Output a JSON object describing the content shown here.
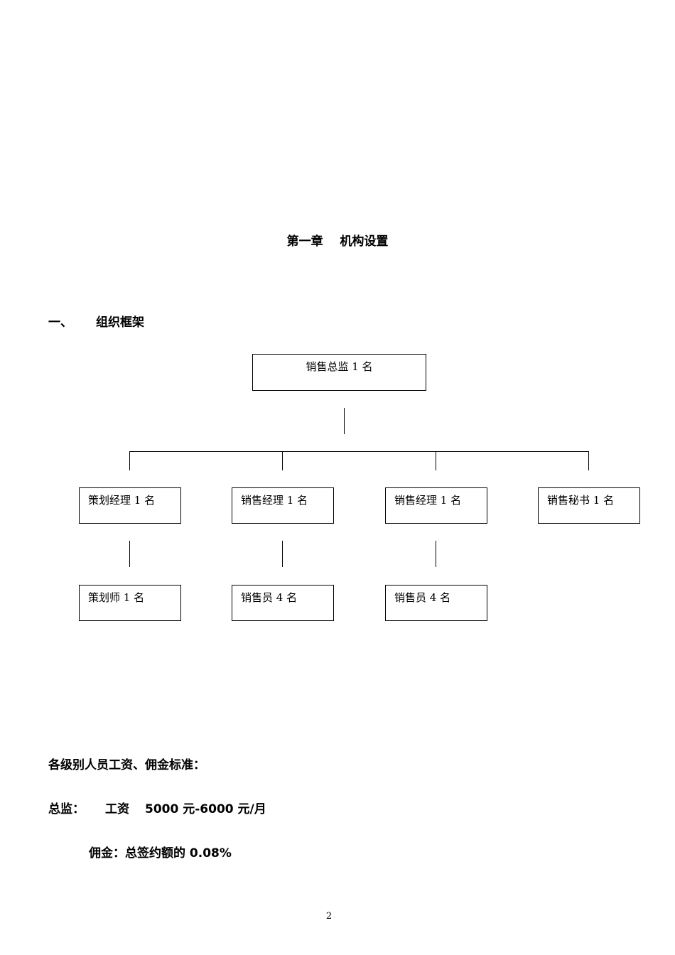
{
  "chapter": {
    "title": "第一章    机构设置"
  },
  "section": {
    "number": "一、",
    "title": "组织框架"
  },
  "org_chart": {
    "top": "销售总监 1 名",
    "level2": [
      "策划经理 1 名",
      "销售经理 1 名",
      "销售经理 1 名",
      "销售秘书 1 名"
    ],
    "level3": [
      "策划师 1 名",
      "销售员 4 名",
      "销售员 4 名"
    ]
  },
  "compensation": {
    "heading": "各级别人员工资、佣金标准：",
    "director_label": "总监：",
    "salary_label": "工资",
    "salary_value": "5000 元-6000 元/月",
    "commission": "佣金：总签约额的 0.08%"
  },
  "page_number": "2"
}
